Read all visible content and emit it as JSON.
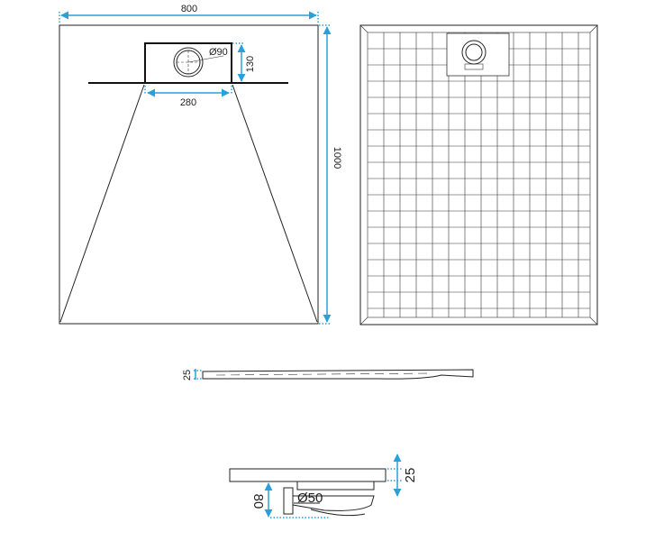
{
  "top_view": {
    "width_label": "800",
    "length_label": "1000",
    "drain_width_label": "280",
    "drain_depth_label": "130",
    "drain_diameter_label": "Ø90"
  },
  "side_view": {
    "thickness_label": "25"
  },
  "detail_view": {
    "thickness_label": "25",
    "height_label": "80",
    "outlet_diameter_label": "Ø50"
  },
  "colors": {
    "dimension": "#2a9fd8",
    "line": "#222222"
  }
}
